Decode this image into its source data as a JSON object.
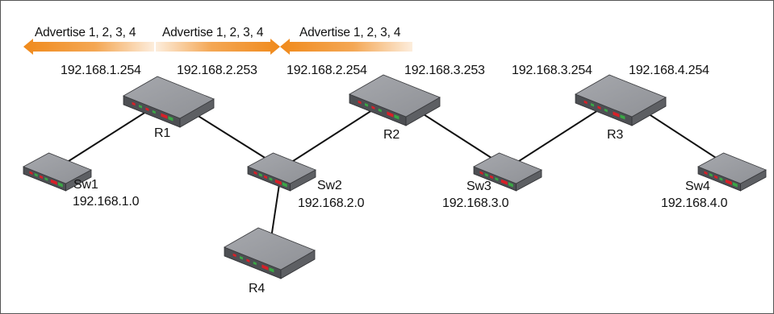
{
  "colors": {
    "arrow": "#f08a1c",
    "device_top": "#8f9196",
    "device_side": "#4d4f53",
    "link": "#111111",
    "led_red": "#d82028",
    "led_green": "#3aa645"
  },
  "advertisements": [
    {
      "text": "Advertise 1, 2, 3, 4",
      "direction": "left"
    },
    {
      "text": "Advertise 1, 2, 3, 4",
      "direction": "right"
    },
    {
      "text": "Advertise 1, 2, 3, 4",
      "direction": "left"
    }
  ],
  "routers": [
    {
      "id": "R1",
      "label": "R1",
      "interfaces": [
        "192.168.1.254",
        "192.168.2.253"
      ]
    },
    {
      "id": "R2",
      "label": "R2",
      "interfaces": [
        "192.168.2.254",
        "192.168.3.253"
      ]
    },
    {
      "id": "R3",
      "label": "R3",
      "interfaces": [
        "192.168.3.254",
        "192.168.4.254"
      ]
    },
    {
      "id": "R4",
      "label": "R4",
      "interfaces": []
    }
  ],
  "switches": [
    {
      "id": "Sw1",
      "label": "Sw1",
      "network": "192.168.1.0"
    },
    {
      "id": "Sw2",
      "label": "Sw2",
      "network": "192.168.2.0"
    },
    {
      "id": "Sw3",
      "label": "Sw3",
      "network": "192.168.3.0"
    },
    {
      "id": "Sw4",
      "label": "Sw4",
      "network": "192.168.4.0"
    }
  ],
  "links": [
    [
      "Sw1",
      "R1"
    ],
    [
      "R1",
      "Sw2"
    ],
    [
      "Sw2",
      "R2"
    ],
    [
      "Sw2",
      "R4"
    ],
    [
      "R2",
      "Sw3"
    ],
    [
      "Sw3",
      "R3"
    ],
    [
      "R3",
      "Sw4"
    ]
  ]
}
